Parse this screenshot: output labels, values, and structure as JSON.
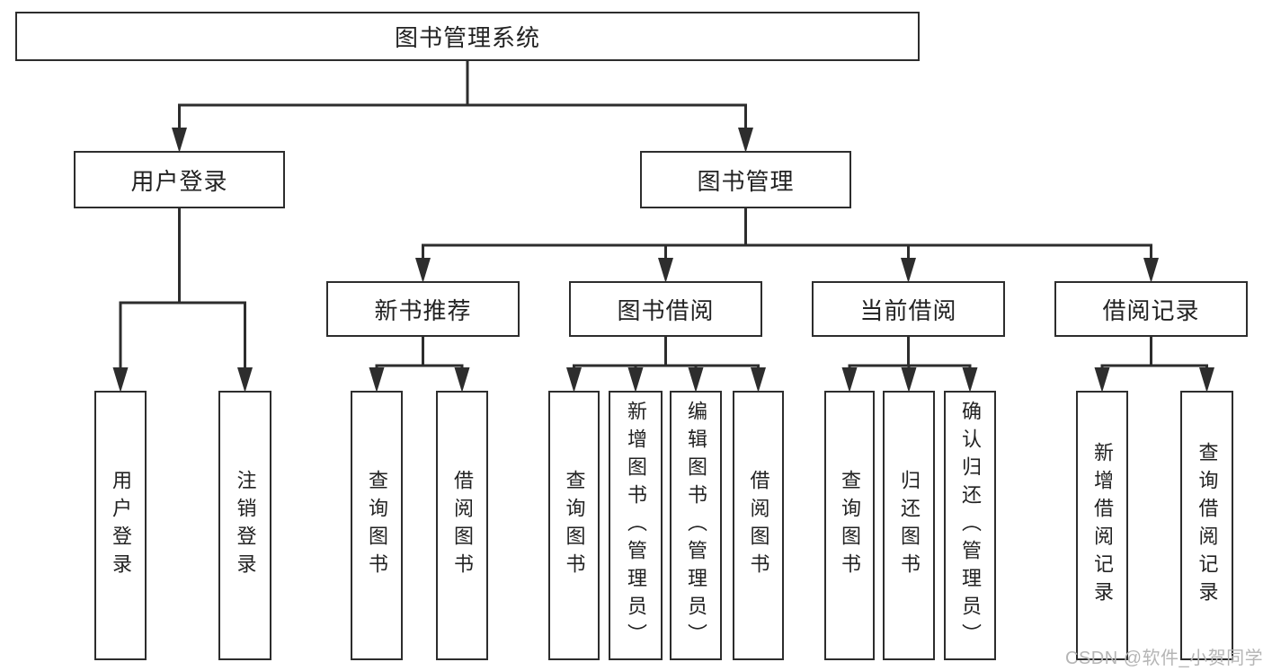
{
  "diagram": {
    "title": "图书管理系统",
    "branches": {
      "user_login": {
        "label": "用户登录",
        "children": [
          "用户登录",
          "注销登录"
        ]
      },
      "book_mgmt": {
        "label": "图书管理",
        "sections": {
          "new_book_rec": {
            "label": "新书推荐",
            "children": [
              "查询图书",
              "借阅图书"
            ]
          },
          "book_borrow": {
            "label": "图书借阅",
            "children": [
              "查询图书",
              "新增图书（管理员）",
              "编辑图书（管理员）",
              "借阅图书"
            ]
          },
          "current_borrow": {
            "label": "当前借阅",
            "children": [
              "查询图书",
              "归还图书",
              "确认归还（管理员）"
            ]
          },
          "borrow_records": {
            "label": "借阅记录",
            "children": [
              "新增借阅记录",
              "查询借阅记录"
            ]
          }
        }
      }
    }
  },
  "watermark": {
    "text": "CSDN @软件_小贺同学"
  },
  "colors": {
    "line": "#2d2d2d",
    "text": "#222222",
    "background": "#ffffff",
    "watermark": "#b5b5b5"
  }
}
